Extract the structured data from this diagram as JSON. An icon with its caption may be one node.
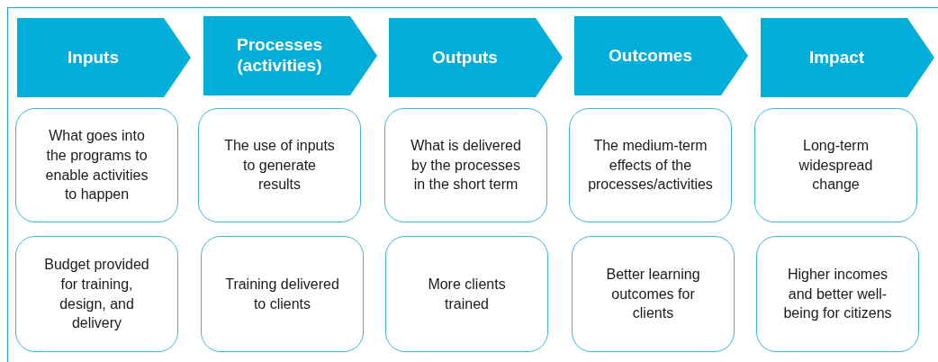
{
  "diagram": {
    "nodes": [
      {
        "text": [
          "Inputs"
        ]
      },
      {
        "text": [
          "Processes (activities)"
        ]
      },
      {
        "text": [
          "Outputs"
        ]
      },
      {
        "text": [
          "Outcomes"
        ]
      },
      {
        "text": [
          "Impact"
        ]
      },
      {
        "text": [
          "What goes into the programs to enable activities to happen"
        ]
      },
      {
        "text": [
          "The use of inputs to generate results"
        ]
      },
      {
        "text": [
          "What is delivered by the processes in the short term"
        ]
      },
      {
        "text": [
          "The medium-term effects of the processes/activities"
        ]
      },
      {
        "text": [
          "Long-term widespread change"
        ]
      },
      {
        "text": [
          "Budget provided for training, design, and delivery"
        ]
      },
      {
        "text": [
          "Training delivered to clients"
        ]
      },
      {
        "text": [
          "More clients trained"
        ]
      },
      {
        "text": [
          "Better learning outcomes for clients"
        ]
      },
      {
        "text": [
          "Higher incomes and better well-being for citizens"
        ]
      }
    ]
  }
}
